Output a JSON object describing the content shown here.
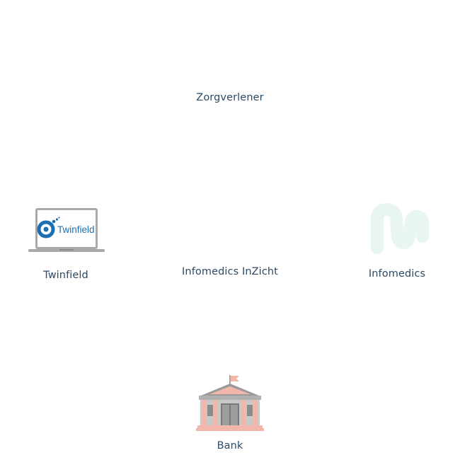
{
  "nodes": {
    "zorgverlener": {
      "label": "Zorgverlener"
    },
    "twinfield": {
      "label": "Twinfield",
      "logo_text": "Twinfield"
    },
    "inzicht": {
      "label": "Infomedics InZicht"
    },
    "infomedics": {
      "label": "Infomedics"
    },
    "bank": {
      "label": "Bank"
    }
  },
  "colors": {
    "label_text": "#2b4a66",
    "twinfield_blue": "#1d6fb1",
    "infomedics_mint": "#e8f5f3",
    "bank_salmon": "#f2b6ab",
    "bank_grey": "#9a9a9a"
  },
  "icons": {
    "twinfield": "laptop-icon",
    "infomedics": "infomedics-logo-icon",
    "bank": "bank-building-icon"
  }
}
